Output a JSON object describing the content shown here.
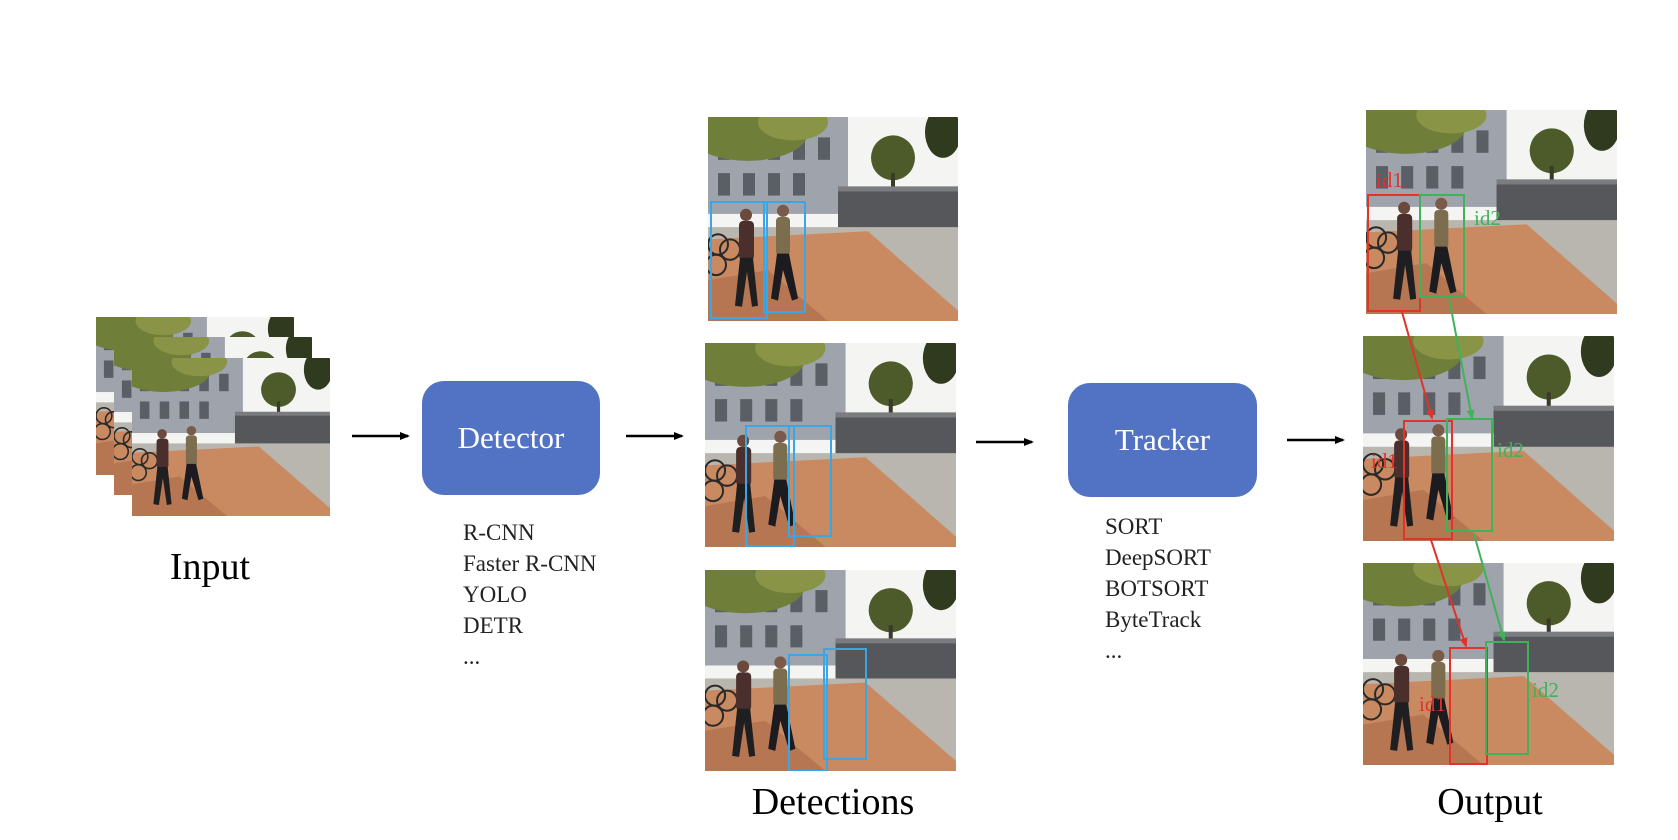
{
  "captions": {
    "input": "Input",
    "detections": "Detections",
    "output": "Output"
  },
  "detector": {
    "label": "Detector",
    "methods": [
      "R-CNN",
      "Faster R-CNN",
      "YOLO",
      "DETR",
      "..."
    ]
  },
  "tracker": {
    "label": "Tracker",
    "methods": [
      "SORT",
      "DeepSORT",
      "BOTSORT",
      "ByteTrack",
      "..."
    ]
  },
  "track_ids": {
    "id1": "id1",
    "id2": "id2"
  },
  "colors": {
    "box_fill": "#5272c4",
    "detection_box": "#3aa6e6",
    "track_id1": "#e0332c",
    "track_id2": "#3fb25a",
    "arrow": "#000000"
  }
}
